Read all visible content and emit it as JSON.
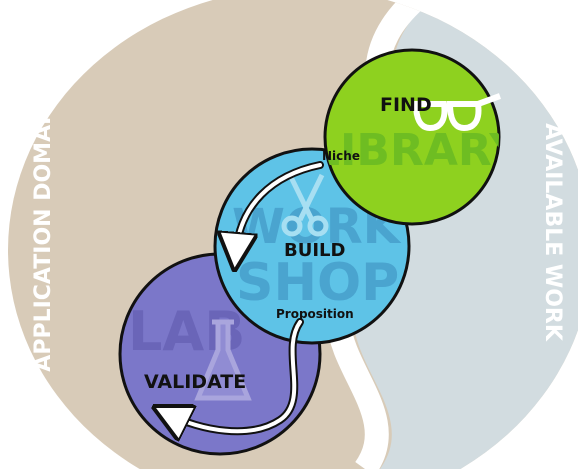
{
  "left_label": "APPLICATION DOMAIN",
  "right_label": "AVAILABLE WORK",
  "find": {
    "label": "FIND",
    "watermark": "LIBRARY",
    "icon": "glasses-icon"
  },
  "build": {
    "label": "BUILD",
    "watermark_line1": "WORK",
    "watermark_line2": "SHOP",
    "icon": "scissors-icon"
  },
  "validate": {
    "label": "VALIDATE",
    "watermark": "LAB",
    "icon": "flask-icon"
  },
  "transition_find_build": "Niche",
  "transition_build_validate": "Proposition",
  "colors": {
    "left_region": "#d8cbb8",
    "right_region": "#d2dce0",
    "find": "#8ed11f",
    "build": "#5ec3e7",
    "validate": "#7b77c9",
    "outline": "#111111"
  }
}
